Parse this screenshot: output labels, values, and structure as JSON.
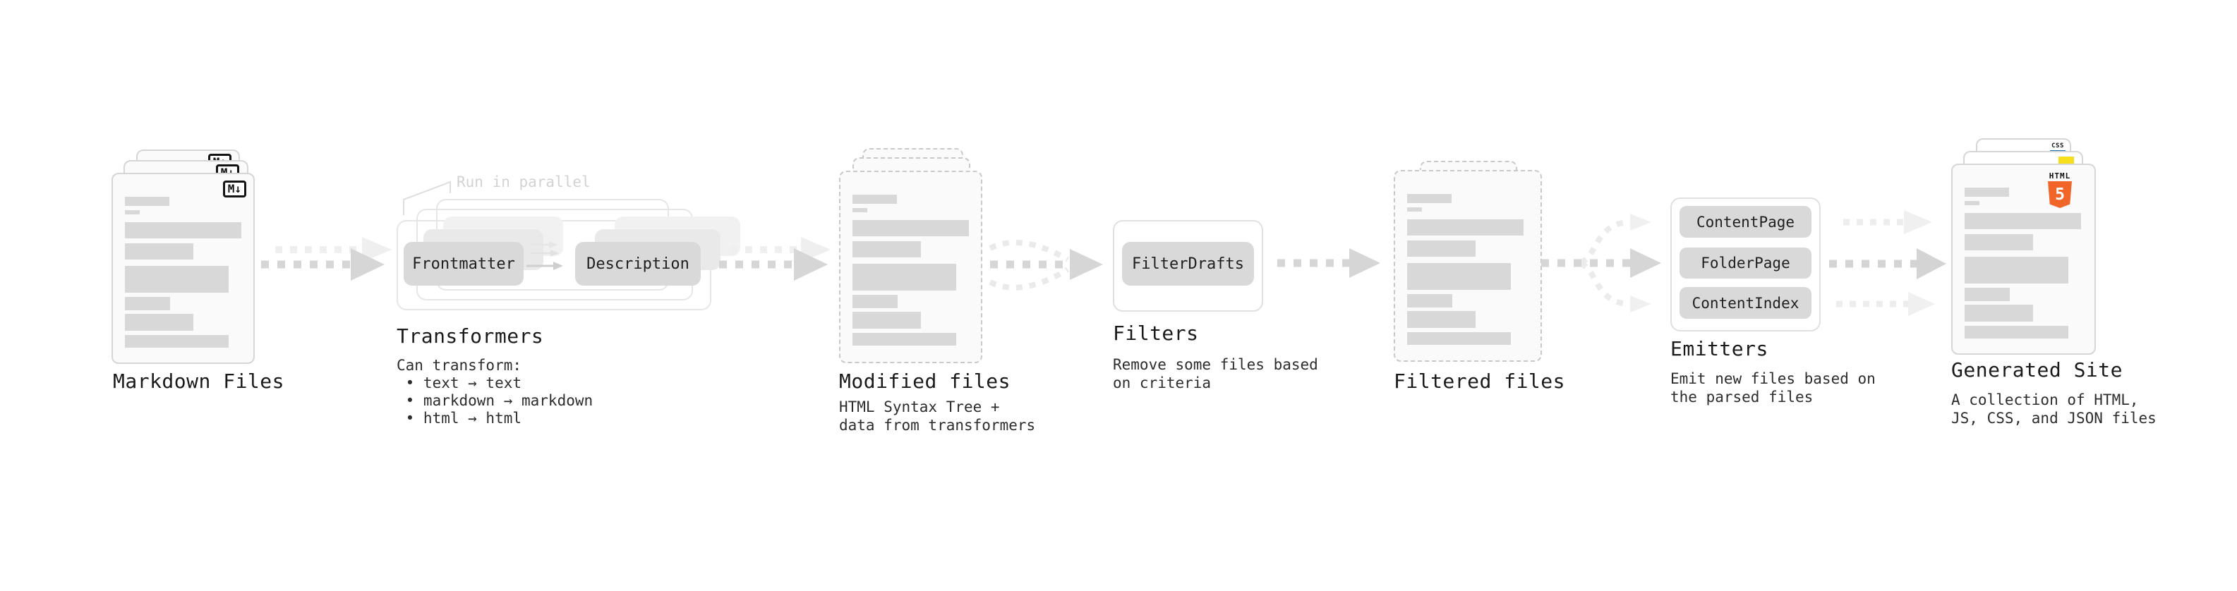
{
  "stages": {
    "markdown": {
      "title": "Markdown Files",
      "badge": "M↓"
    },
    "transformers": {
      "title": "Transformers",
      "annotation": "Run in parallel",
      "pill_from": "Frontmatter",
      "pill_to": "Description",
      "caption": [
        "Can transform:",
        " • text → text",
        " • markdown → markdown",
        " • html → html"
      ]
    },
    "modified": {
      "title": "Modified files",
      "caption": [
        "HTML Syntax Tree +",
        "data from transformers"
      ]
    },
    "filters": {
      "title": "Filters",
      "pill": "FilterDrafts",
      "caption": [
        "Remove some files based",
        "on criteria"
      ]
    },
    "filtered": {
      "title": "Filtered files"
    },
    "emitters": {
      "title": "Emitters",
      "pills": [
        "ContentPage",
        "FolderPage",
        "ContentIndex"
      ],
      "caption": [
        "Emit new files based on",
        "the parsed files"
      ]
    },
    "generated": {
      "title": "Generated Site",
      "caption": [
        "A collection of HTML,",
        "JS, CSS, and JSON files"
      ],
      "badges": {
        "html_label": "HTML",
        "html_number": "5",
        "css": "CSS"
      }
    }
  },
  "colors": {
    "html5_orange": "#f16529",
    "js_yellow": "#f7df1e",
    "css_blue": "#1572b6",
    "arrow_gray": "#d6d6d6",
    "arrow_light": "#ededed",
    "card_fill": "#fafafa",
    "bar_gray": "#d8d8d8",
    "pill_gray": "#d9d9d9",
    "title_text": "#1a1a1a",
    "annotation_gray": "#d2d2d2"
  }
}
